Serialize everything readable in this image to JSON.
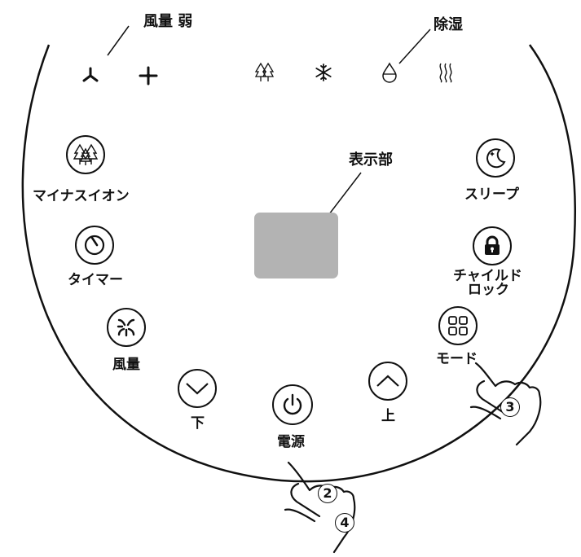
{
  "callouts": {
    "fan_weak": "風量 弱",
    "dehumidify": "除湿",
    "display": "表示部"
  },
  "buttons": {
    "minus_ion": "マイナスイオン",
    "timer": "タイマー",
    "fan_speed": "風量",
    "down": "下",
    "power": "電源",
    "up": "上",
    "mode": "モード",
    "child_lock_line1": "チャイルド",
    "child_lock_line2": "ロック",
    "sleep": "スリープ"
  },
  "step_numbers": {
    "mode_step": "3",
    "power_step_a": "2",
    "power_step_b": "4"
  },
  "indicators": [
    "fan-weak-icon",
    "fan-strong-icon",
    "tree-icon",
    "snowflake-icon",
    "water-drop-icon",
    "heat-waves-icon"
  ],
  "colors": {
    "display_panel": "#b3b3b3",
    "outline": "#111111"
  }
}
